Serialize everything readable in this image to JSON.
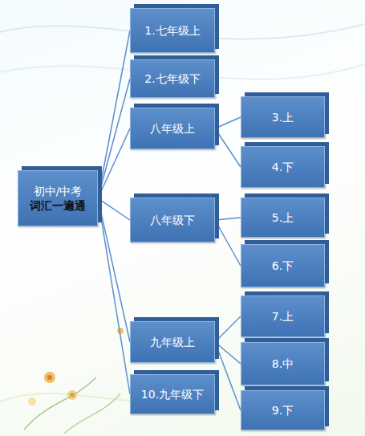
{
  "diagram": {
    "nodes": [
      {
        "text": [
          "初中/中考",
          "词汇一遍通"
        ]
      },
      {
        "text": [
          "1.七年级上"
        ]
      },
      {
        "text": [
          "2.七年级下"
        ]
      },
      {
        "text": [
          "八年级上"
        ]
      },
      {
        "text": [
          "3.上"
        ]
      },
      {
        "text": [
          "4.下"
        ]
      },
      {
        "text": [
          "八年级下"
        ]
      },
      {
        "text": [
          "5.上"
        ]
      },
      {
        "text": [
          "6.下"
        ]
      },
      {
        "text": [
          "九年级上"
        ]
      },
      {
        "text": [
          "7.上"
        ]
      },
      {
        "text": [
          "8.中"
        ]
      },
      {
        "text": [
          "9.下"
        ]
      },
      {
        "text": [
          "10.九年级下"
        ]
      }
    ],
    "edges": [
      {
        "from": 0,
        "to": 1,
        "arrow": "none"
      },
      {
        "from": 0,
        "to": 2,
        "arrow": "none"
      },
      {
        "from": 0,
        "to": 3,
        "arrow": "none"
      },
      {
        "from": 0,
        "to": 6,
        "arrow": "none"
      },
      {
        "from": 0,
        "to": 9,
        "arrow": "none"
      },
      {
        "from": 0,
        "to": 13,
        "arrow": "none"
      },
      {
        "from": 3,
        "to": 4,
        "arrow": "none"
      },
      {
        "from": 3,
        "to": 5,
        "arrow": "none"
      },
      {
        "from": 6,
        "to": 7,
        "arrow": "none"
      },
      {
        "from": 6,
        "to": 8,
        "arrow": "none"
      },
      {
        "from": 9,
        "to": 10,
        "arrow": "none"
      },
      {
        "from": 9,
        "to": 11,
        "arrow": "none"
      },
      {
        "from": 9,
        "to": 12,
        "arrow": "none"
      }
    ]
  }
}
